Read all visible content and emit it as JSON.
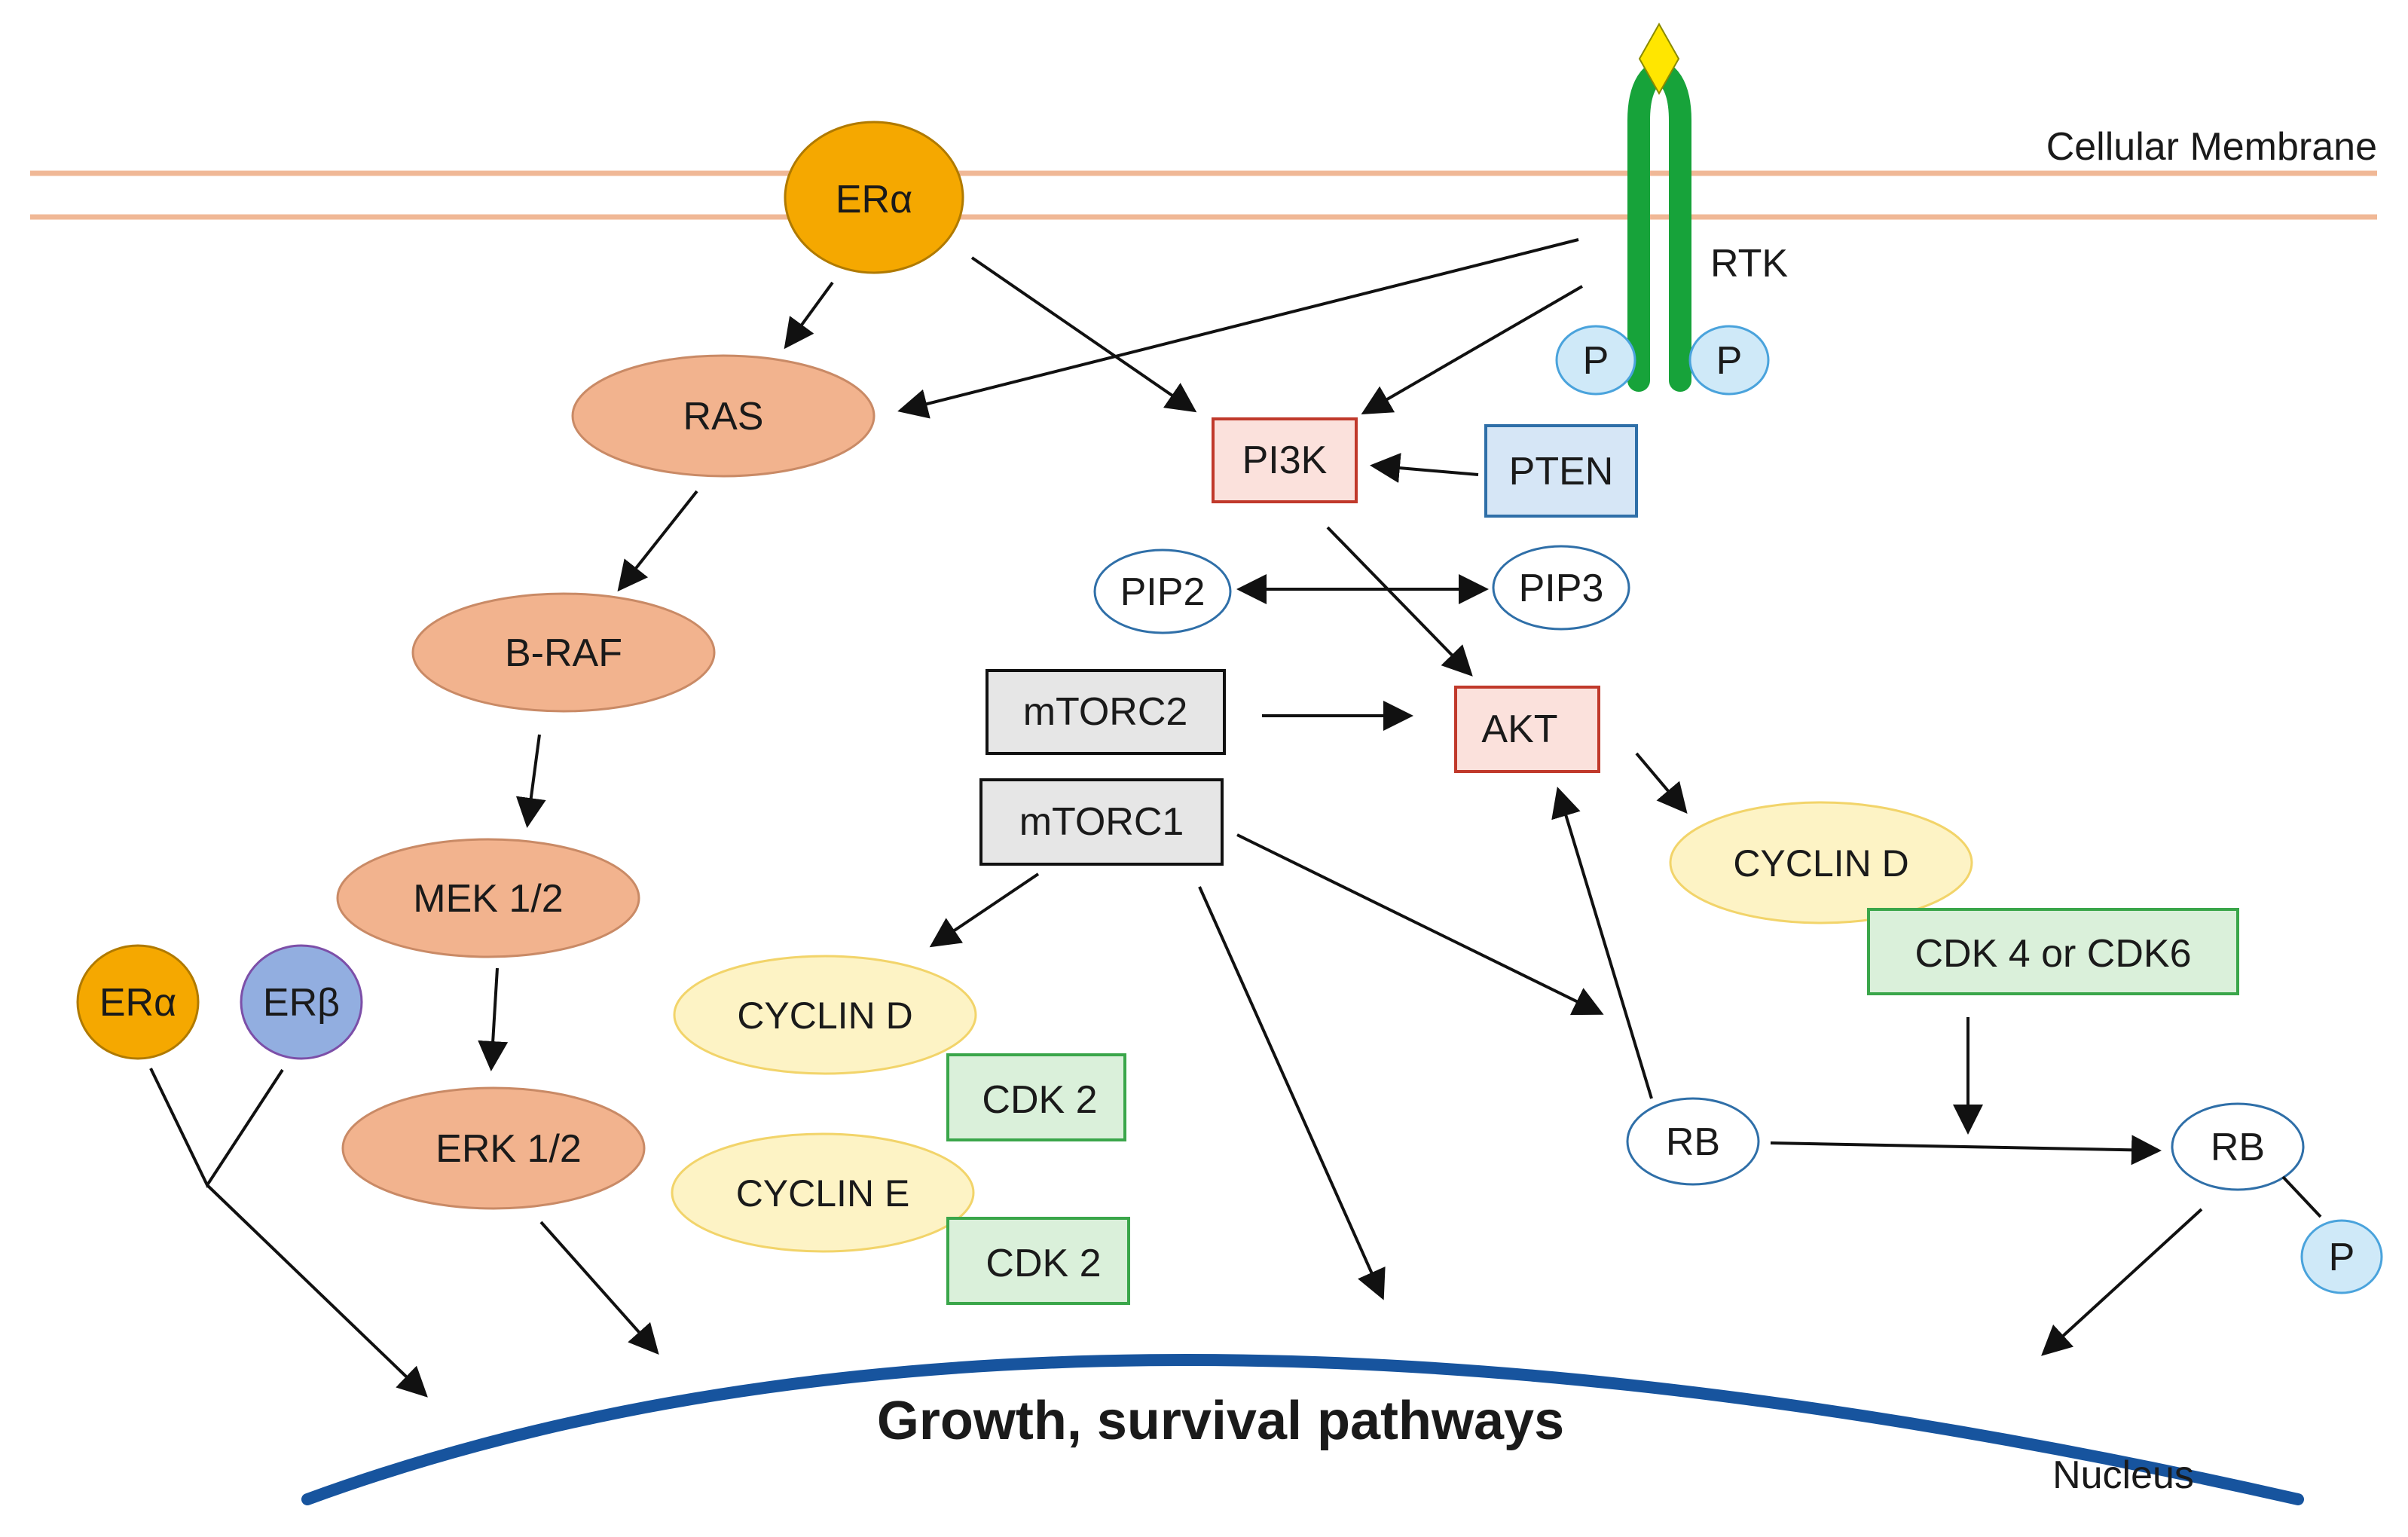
{
  "labels": {
    "membrane": "Cellular Membrane",
    "rtk": "RTK",
    "nucleus": "Nucleus",
    "growth": "Growth, survival pathways"
  },
  "nodes": {
    "er_alpha_top": "ERα",
    "ras": "RAS",
    "b_raf": "B-RAF",
    "mek": "MEK 1/2",
    "erk": "ERK 1/2",
    "er_alpha_small": "ERα",
    "er_beta": "ERβ",
    "pi3k": "PI3K",
    "pten": "PTEN",
    "pip2": "PIP2",
    "pip3": "PIP3",
    "mtorc2": "mTORC2",
    "mtorc1": "mTORC1",
    "akt": "AKT",
    "cyclin_d_left": "CYCLIN D",
    "cdk2_a": "CDK 2",
    "cyclin_e": "CYCLIN E",
    "cdk2_b": "CDK 2",
    "cyclin_d_right": "CYCLIN D",
    "cdk46": "CDK 4 or CDK6",
    "rb_left": "RB",
    "rb_right": "RB",
    "p_rtk_left": "P",
    "p_rtk_right": "P",
    "p_rb": "P"
  },
  "colors": {
    "membrane": "#f0b896",
    "er_alpha": "#f5a800",
    "er_beta": "#92aee0",
    "salmon": "#f2b38e",
    "red_border": "#c0392b",
    "red_fill": "#fbe1dc",
    "pten_fill": "#d6e6f6",
    "pten_border": "#2f6fa8",
    "gray_fill": "#e6e6e6",
    "yellow_fill": "#fdf3c5",
    "yellow_border": "#f2d46a",
    "green_fill": "#daf0da",
    "green_border": "#3aa64a",
    "blue_border": "#2f6fa8",
    "phos_fill": "#cfe9f8",
    "rtk_green": "#17a33a",
    "ligand": "#ffe600",
    "nucleus_arc": "#17549e"
  }
}
